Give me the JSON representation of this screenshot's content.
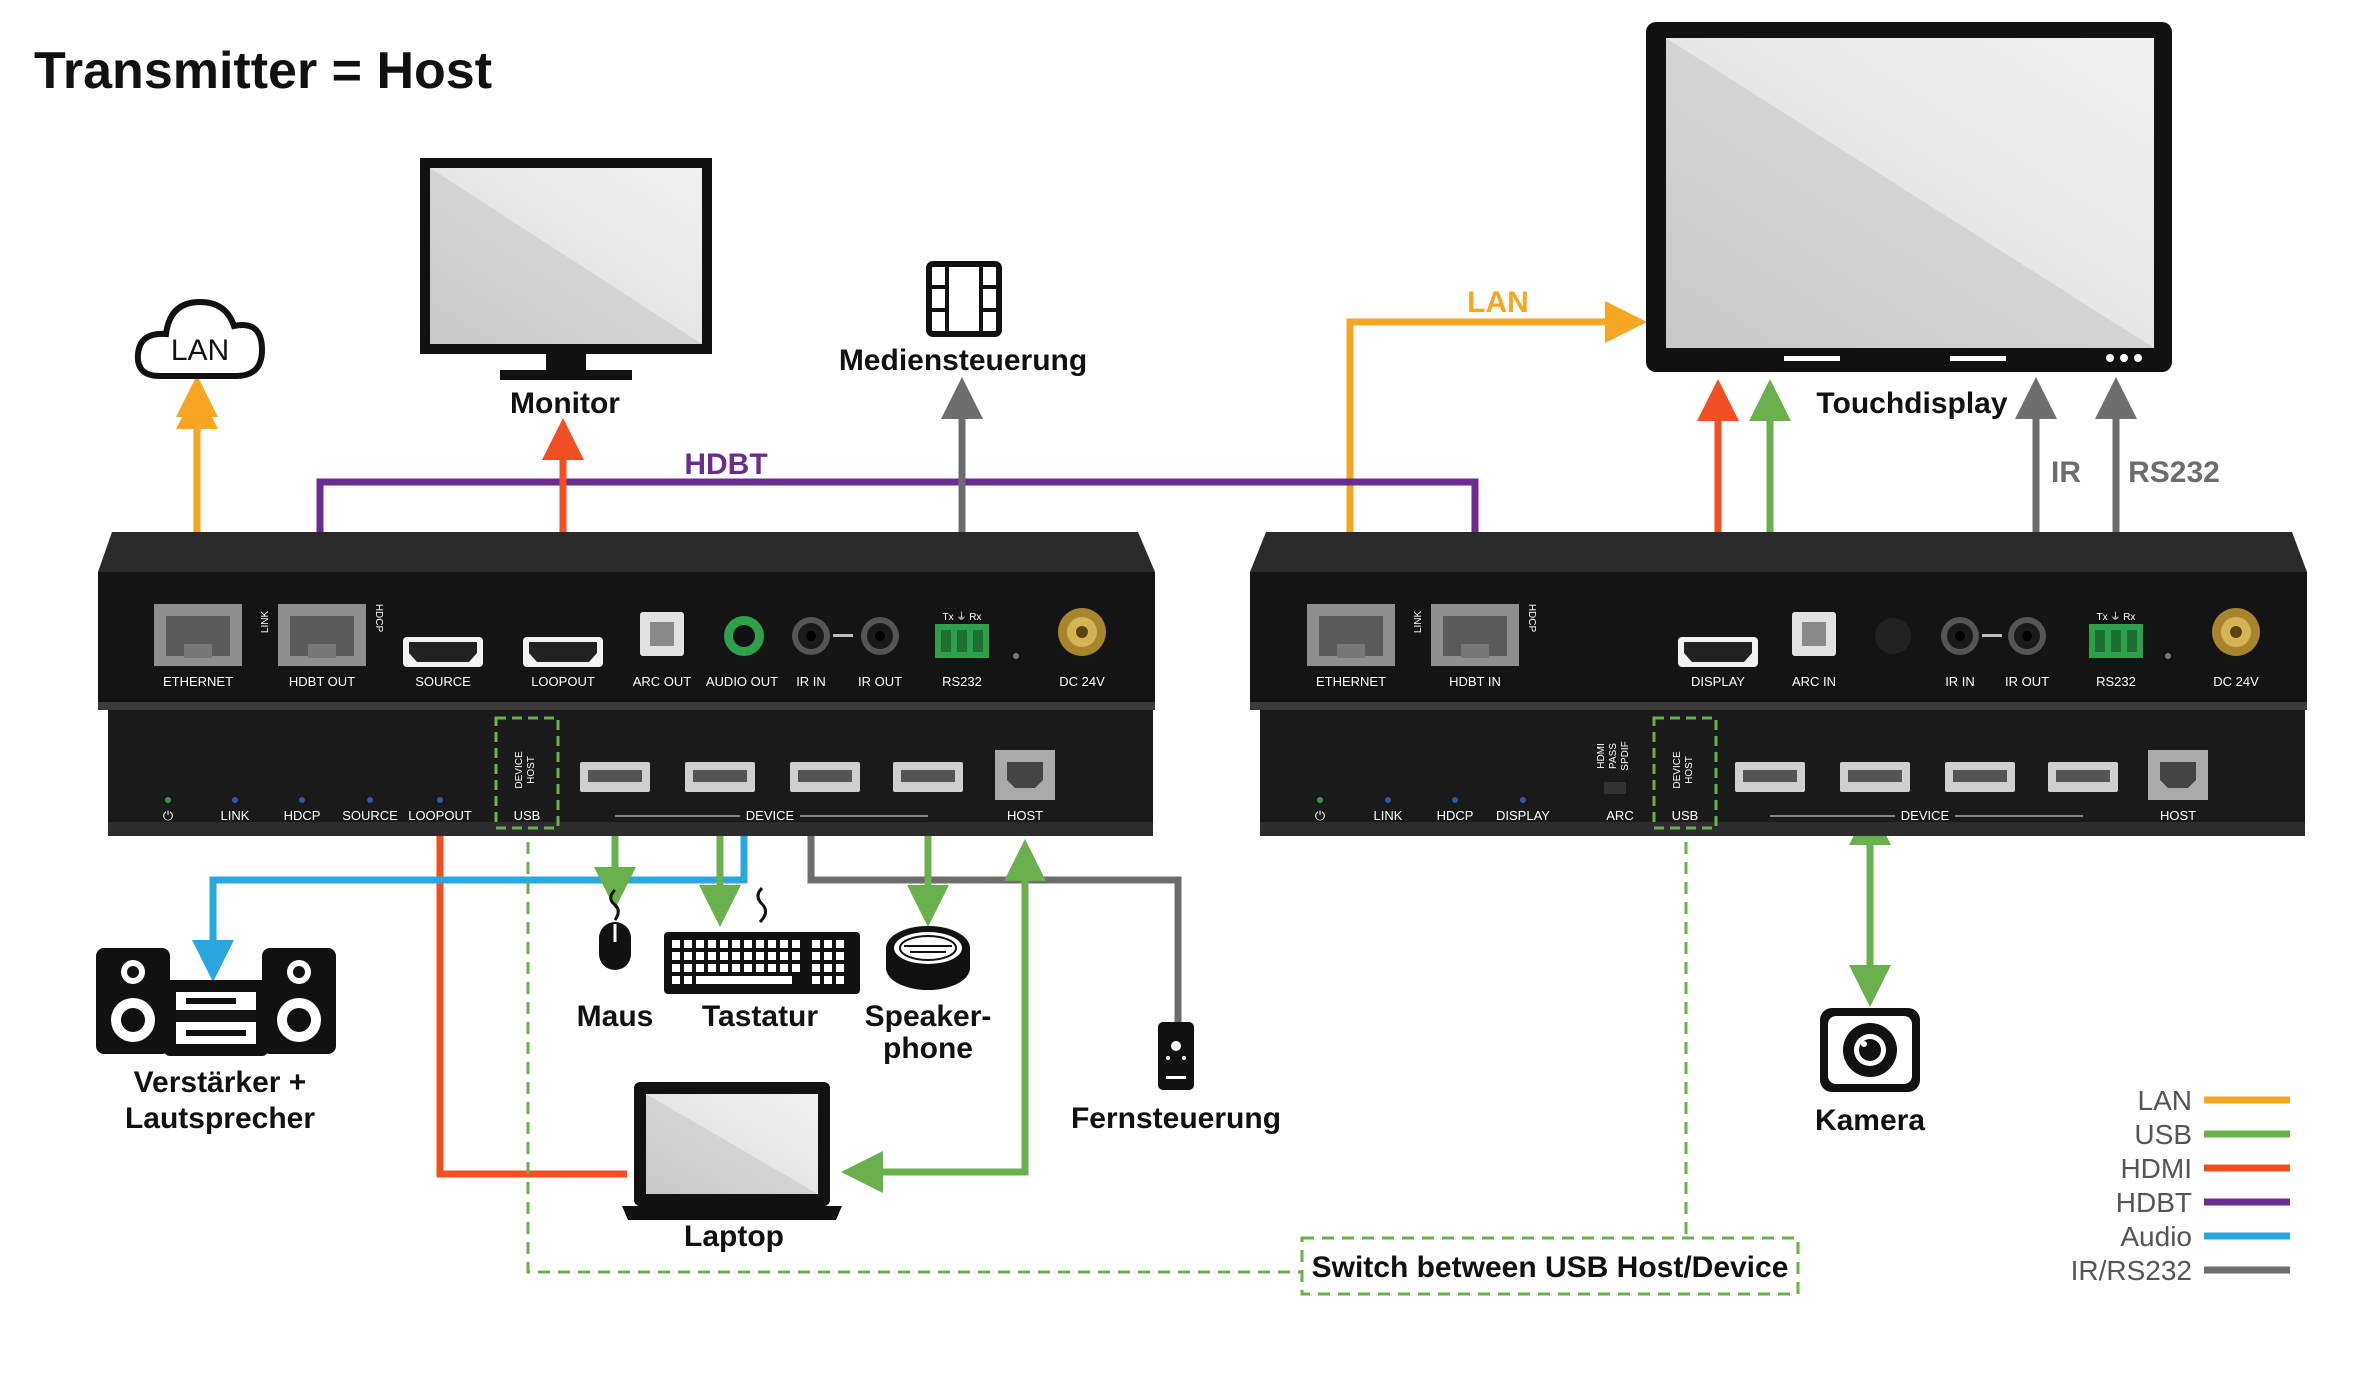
{
  "title": "Transmitter = Host",
  "colors": {
    "lan": "#f6a623",
    "usb": "#6ab04c",
    "hdmi": "#f25022",
    "hdbt": "#6a2c91",
    "audio": "#29a8e0",
    "ir_rs232": "#6d6d6d"
  },
  "devices": {
    "lan_cloud": "LAN",
    "monitor": "Monitor",
    "media_control": "Mediensteuerung",
    "touchdisplay": "Touchdisplay",
    "amplifier_line1": "Verstärker +",
    "amplifier_line2": "Lautsprecher",
    "mouse": "Maus",
    "keyboard": "Tastatur",
    "speakerphone_line1": "Speaker-",
    "speakerphone_line2": "phone",
    "remote": "Fernsteuerung",
    "laptop": "Laptop",
    "camera": "Kamera"
  },
  "line_labels": {
    "hdbt": "HDBT",
    "lan": "LAN",
    "ir": "IR",
    "rs232": "RS232",
    "usb_switch": "Switch between USB Host/Device"
  },
  "transmitter": {
    "rear_ports": [
      "ETHERNET",
      "HDBT OUT",
      "SOURCE",
      "LOOPOUT",
      "ARC OUT",
      "AUDIO OUT",
      "IR IN",
      "IR OUT",
      "RS232",
      "DC 24V"
    ],
    "link": "LINK",
    "hdcp": "HDCP",
    "rs232_pins": "Tx  ⏚  Rx",
    "front_leds": [
      "⏻",
      "LINK",
      "HDCP",
      "SOURCE",
      "LOOPOUT"
    ],
    "usb_switch_positions": [
      "DEVICE",
      "HOST"
    ],
    "usb": "USB",
    "device": "DEVICE",
    "host": "HOST"
  },
  "receiver": {
    "rear_ports": [
      "ETHERNET",
      "HDBT IN",
      "DISPLAY",
      "ARC IN",
      "IR IN",
      "IR OUT",
      "RS232",
      "DC 24V"
    ],
    "link": "LINK",
    "hdcp": "HDCP",
    "rs232_pins": "Tx  ⏚  Rx",
    "front_leds": [
      "⏻",
      "LINK",
      "HDCP",
      "DISPLAY"
    ],
    "arc_switch_positions": [
      "HDMI",
      "PASS",
      "SPDIF"
    ],
    "arc": "ARC",
    "usb_switch_positions": [
      "DEVICE",
      "HOST"
    ],
    "usb": "USB",
    "device": "DEVICE",
    "host": "HOST"
  },
  "legend": [
    {
      "label": "LAN",
      "color": "#f6a623"
    },
    {
      "label": "USB",
      "color": "#6ab04c"
    },
    {
      "label": "HDMI",
      "color": "#f25022"
    },
    {
      "label": "HDBT",
      "color": "#6a2c91"
    },
    {
      "label": "Audio",
      "color": "#29a8e0"
    },
    {
      "label": "IR/RS232",
      "color": "#6d6d6d"
    }
  ]
}
